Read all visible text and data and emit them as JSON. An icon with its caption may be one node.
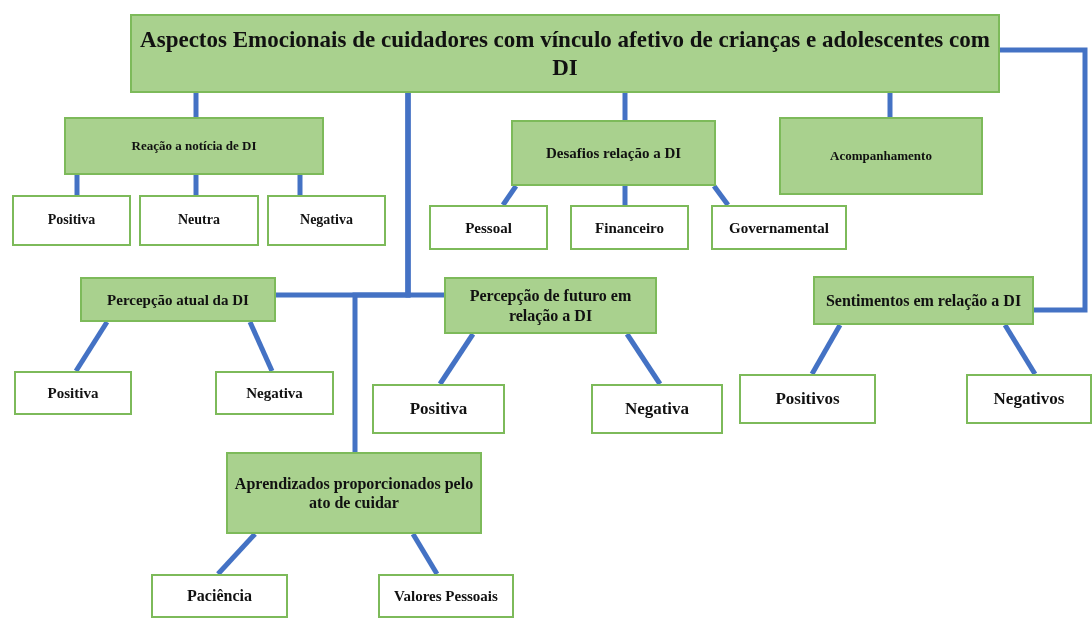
{
  "diagram": {
    "nodes": [
      {
        "text": [
          "Aspectos Emocionais de cuidadores com vínculo afetivo de crianças e adolescentes com DI"
        ]
      },
      {
        "text": [
          "Reação a notícia de DI"
        ]
      },
      {
        "text": [
          "Positiva"
        ]
      },
      {
        "text": [
          "Neutra"
        ]
      },
      {
        "text": [
          "Negativa"
        ]
      },
      {
        "text": [
          "Desafios relação a DI"
        ]
      },
      {
        "text": [
          "Pessoal"
        ]
      },
      {
        "text": [
          "Financeiro"
        ]
      },
      {
        "text": [
          "Governamental"
        ]
      },
      {
        "text": [
          "Acompanhamento"
        ]
      },
      {
        "text": [
          "Percepção atual da DI"
        ]
      },
      {
        "text": [
          "Positiva"
        ]
      },
      {
        "text": [
          "Negativa"
        ]
      },
      {
        "text": [
          "Percepção de futuro em relação a DI"
        ]
      },
      {
        "text": [
          "Positiva"
        ]
      },
      {
        "text": [
          "Negativa"
        ]
      },
      {
        "text": [
          "Sentimentos em relação a DI"
        ]
      },
      {
        "text": [
          "Positivos"
        ]
      },
      {
        "text": [
          "Negativos"
        ]
      },
      {
        "text": [
          "Aprendizados proporcionados pelo ato de cuidar"
        ]
      },
      {
        "text": [
          "Paciência"
        ]
      },
      {
        "text": [
          "Valores Pessoais"
        ]
      }
    ],
    "edges": [
      {
        "from": 0,
        "to": 1,
        "arrow": "none"
      },
      {
        "from": 0,
        "to": 5,
        "arrow": "none"
      },
      {
        "from": 0,
        "to": 9,
        "arrow": "none"
      },
      {
        "from": 0,
        "to": 10,
        "arrow": "none"
      },
      {
        "from": 0,
        "to": 13,
        "arrow": "none"
      },
      {
        "from": 0,
        "to": 19,
        "arrow": "none"
      },
      {
        "from": 0,
        "to": 16,
        "arrow": "none"
      },
      {
        "from": 1,
        "to": 2,
        "arrow": "none"
      },
      {
        "from": 1,
        "to": 3,
        "arrow": "none"
      },
      {
        "from": 1,
        "to": 4,
        "arrow": "none"
      },
      {
        "from": 5,
        "to": 6,
        "arrow": "none"
      },
      {
        "from": 5,
        "to": 7,
        "arrow": "none"
      },
      {
        "from": 5,
        "to": 8,
        "arrow": "none"
      },
      {
        "from": 10,
        "to": 11,
        "arrow": "none"
      },
      {
        "from": 10,
        "to": 12,
        "arrow": "none"
      },
      {
        "from": 13,
        "to": 14,
        "arrow": "none"
      },
      {
        "from": 13,
        "to": 15,
        "arrow": "none"
      },
      {
        "from": 16,
        "to": 17,
        "arrow": "none"
      },
      {
        "from": 16,
        "to": 18,
        "arrow": "none"
      },
      {
        "from": 19,
        "to": 20,
        "arrow": "none"
      },
      {
        "from": 19,
        "to": 21,
        "arrow": "none"
      }
    ]
  }
}
